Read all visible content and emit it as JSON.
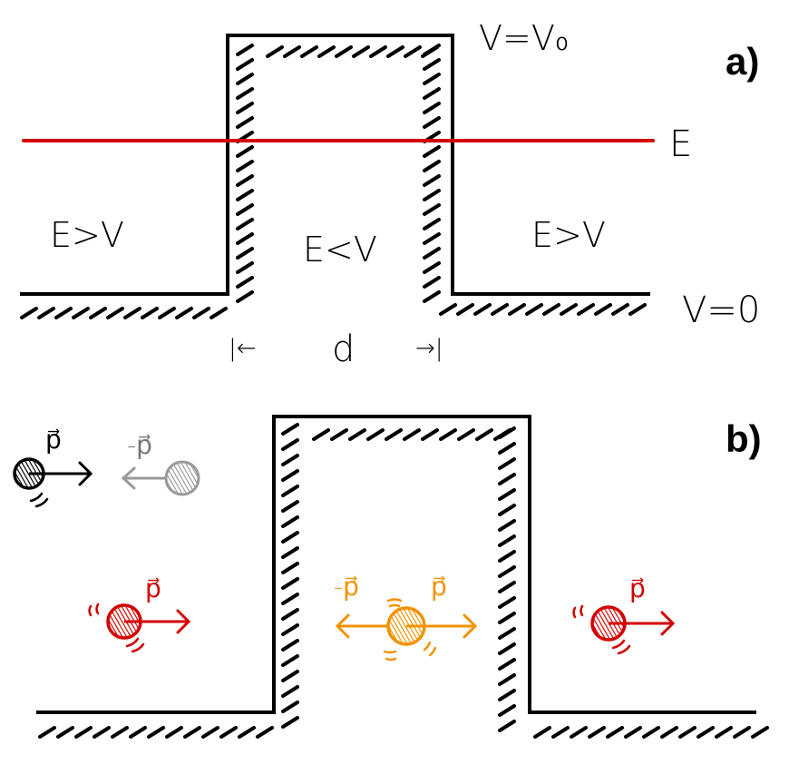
{
  "colors": {
    "ink": "#000000",
    "energy": "#d40000",
    "reflected": "#999999",
    "transmitted": "#d40000",
    "tunneling": "#f39200"
  },
  "panel_a": {
    "label": "a)",
    "barrier_top": "V=V₀",
    "energy_label": "E",
    "ground_label": "V=0",
    "left_region": "E>V",
    "middle_region": "E<V",
    "right_region": "E>V",
    "width_label": "d",
    "width_left_arrow": "|←",
    "width_right_arrow": "→|"
  },
  "panel_b": {
    "label": "b)",
    "incident_momentum": "p⃗",
    "reflected_momentum": "-p⃗",
    "transmitted_left_momentum": "p⃗",
    "inside_left_momentum": "-p⃗",
    "inside_right_momentum": "p⃗",
    "transmitted_right_momentum": "p⃗"
  }
}
